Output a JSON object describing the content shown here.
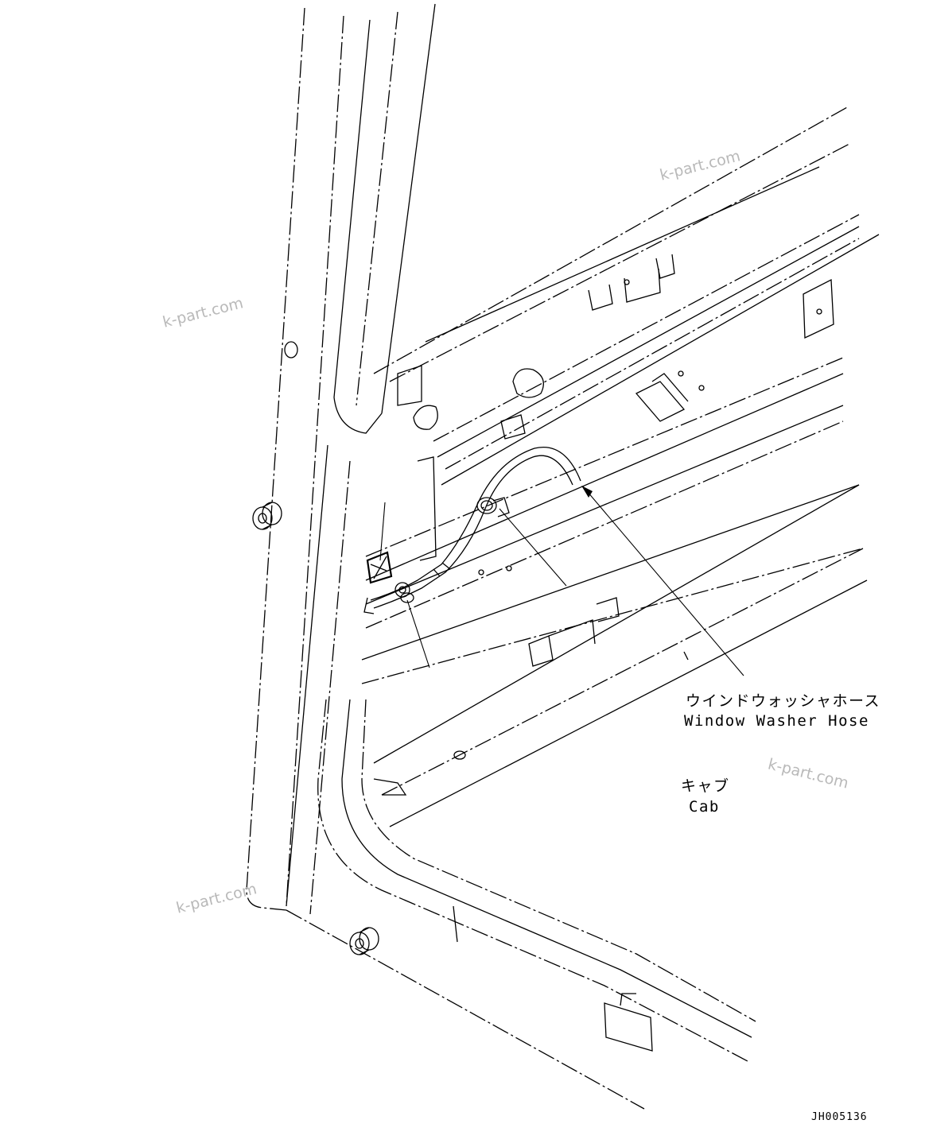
{
  "callouts": {
    "washer_hose_jp": "ウインドウォッシャホース",
    "washer_hose_en": "Window Washer Hose",
    "cab_jp": "キャブ",
    "cab_en": "Cab"
  },
  "watermark": "k-part.com",
  "drawing_code": "JH005136"
}
